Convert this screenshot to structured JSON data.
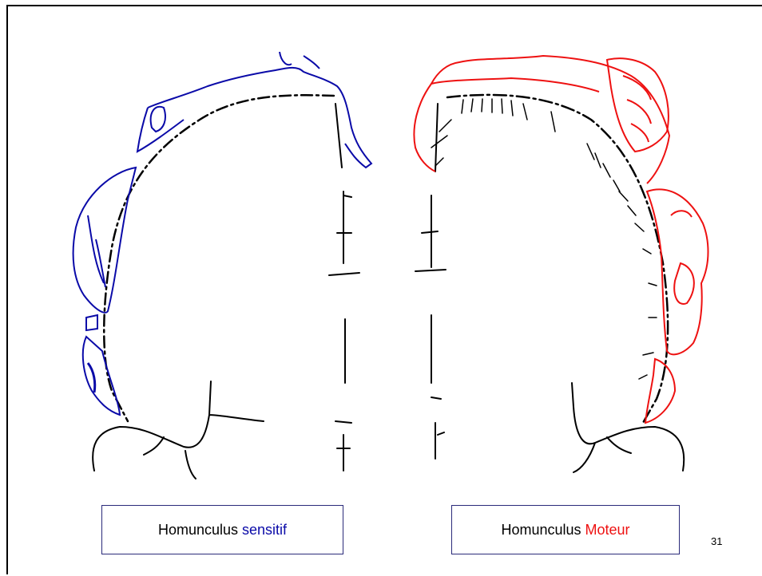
{
  "captions": {
    "left": {
      "prefix": "Homunculus",
      "highlight": "sensitif"
    },
    "right": {
      "prefix": "Homunculus",
      "highlight": "Moteur"
    }
  },
  "page_number": "31",
  "colors": {
    "sensory": "#0a0aa8",
    "motor": "#ee1111",
    "outline": "#000000",
    "frame": "#2a2a7a"
  }
}
